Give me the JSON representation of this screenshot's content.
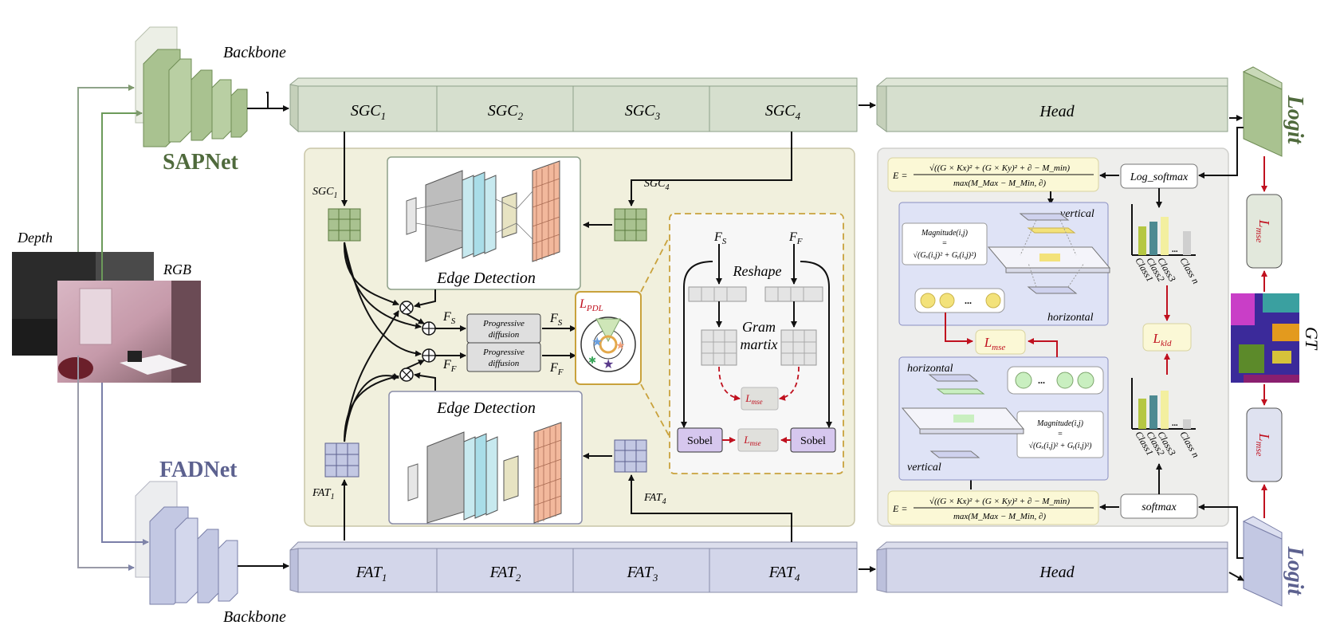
{
  "sapnet": {
    "backbone_label": "Backbone",
    "net_label": "SAPNet",
    "stages": [
      {
        "base": "SGC",
        "sub": "1"
      },
      {
        "base": "SGC",
        "sub": "2"
      },
      {
        "base": "SGC",
        "sub": "3"
      },
      {
        "base": "SGC",
        "sub": "4"
      }
    ],
    "head_label": "Head",
    "logit_label": "Logit"
  },
  "fadnet": {
    "backbone_label": "Backbone",
    "net_label": "FADNet",
    "stages": [
      {
        "base": "FAT",
        "sub": "1"
      },
      {
        "base": "FAT",
        "sub": "2"
      },
      {
        "base": "FAT",
        "sub": "3"
      },
      {
        "base": "FAT",
        "sub": "4"
      }
    ],
    "head_label": "Head",
    "logit_label": "Logit"
  },
  "inputs": {
    "depth_label": "Depth",
    "rgb_label": "RGB"
  },
  "pdl": {
    "sgc1_label": {
      "base": "SGC",
      "sub": "1"
    },
    "sgc4_label": {
      "base": "SGC",
      "sub": "4"
    },
    "fat1_label": {
      "base": "FAT",
      "sub": "1"
    },
    "fat4_label": {
      "base": "FAT",
      "sub": "4"
    },
    "edge_detection_label": "Edge Detection",
    "progressive_diffusion_label": [
      "Progressive",
      "diffusion"
    ],
    "fs_label": {
      "base": "F",
      "sub": "S"
    },
    "ff_label": {
      "base": "F",
      "sub": "F"
    },
    "loss_pdl": {
      "base": "L",
      "sub": "PDL"
    },
    "reshape_label": "Reshape",
    "gram_label": [
      "Gram",
      "martix"
    ],
    "sobel_label": "Sobel",
    "lmse_label": {
      "base": "L",
      "sub": "mse"
    }
  },
  "kd": {
    "formula_E": "E =",
    "formula_num": "√((G × Kx)² + (G × Ky)² + ∂ − M_min)",
    "formula_den": "max(M_Max − M_Min, ∂)",
    "log_softmax": "Log_softmax",
    "softmax": "softmax",
    "vertical": "vertical",
    "horizontal": "horizontal",
    "magnitude_top": "Magnitude(i,j)",
    "magnitude_eq": "=",
    "magnitude_bottom": "√(Gₓ(i,j)² + Gᵧ(i,j)²)",
    "classes": [
      "Class1",
      "Class2",
      "Class3",
      "Class n"
    ],
    "ellipsis": "...",
    "lmse": {
      "base": "L",
      "sub": "mse"
    },
    "lkld": {
      "base": "L",
      "sub": "kld"
    },
    "gt_label": "GT"
  },
  "colors": {
    "sap_green": "#a9c290",
    "sap_green_dark": "#5a7a3e",
    "fad_blue": "#c3c8e3",
    "fad_blue_dark": "#5c618f",
    "loss_red": "#c0111f",
    "panel_beige": "#f1f0dd",
    "panel_gray": "#eeeeec",
    "formula_yellow": "#fbf8d6"
  }
}
